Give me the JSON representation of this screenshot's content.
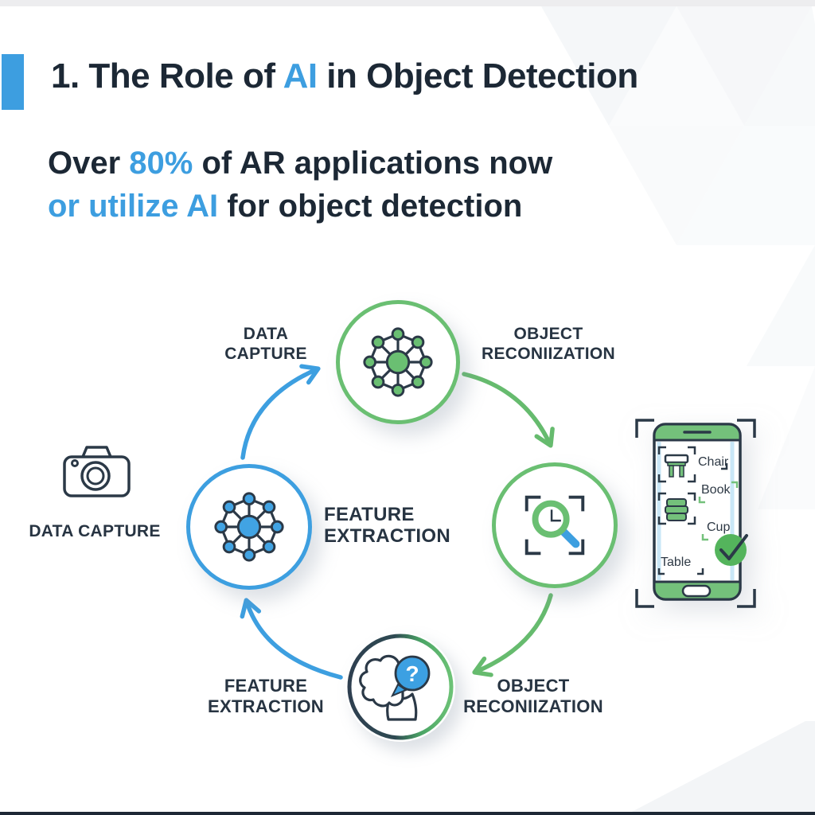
{
  "header": {
    "title": {
      "prefix": "1. The Role of ",
      "highlight": "AI",
      "suffix": " in Object Detection"
    },
    "subtitle": {
      "line1_pre": "Over ",
      "line1_highlight": "80%",
      "line1_post": " of AR applications now",
      "line2_highlight": "or utilize AI",
      "line2_post": " for object detection"
    }
  },
  "diagram": {
    "labels": {
      "top_left": {
        "line1": "DATA",
        "line2": "CAPTURE"
      },
      "top_right": {
        "line1": "OBJECT",
        "line2": "RECONIIZATION"
      },
      "center": {
        "line1": "FEATURE",
        "line2": "EXTRACTION"
      },
      "camera_caption": "DATA CAPTURE",
      "bottom_left": {
        "line1": "FEATURE",
        "line2": "EXTRACTION"
      },
      "bottom_right": {
        "line1": "OBJECT",
        "line2": "RECONIIZATION"
      }
    },
    "bottom_icon_glyph": "?",
    "icon_names": {
      "top_circle": "neural-network-icon",
      "left_circle": "neural-network-icon",
      "right_circle": "detection-magnifier-icon",
      "bottom_circle": "brain-question-icon",
      "standalone_left": "camera-icon",
      "right_panel": "smartphone-detection-icon"
    },
    "colors": {
      "blue": "#3d9fe0",
      "green": "#6abf72",
      "navy_text": "#273442",
      "ring_dark": "#2e3f50"
    }
  },
  "phone": {
    "detections": [
      {
        "label": "Chair"
      },
      {
        "label": "Book"
      },
      {
        "label": "Cup"
      },
      {
        "label": "Table"
      }
    ]
  }
}
